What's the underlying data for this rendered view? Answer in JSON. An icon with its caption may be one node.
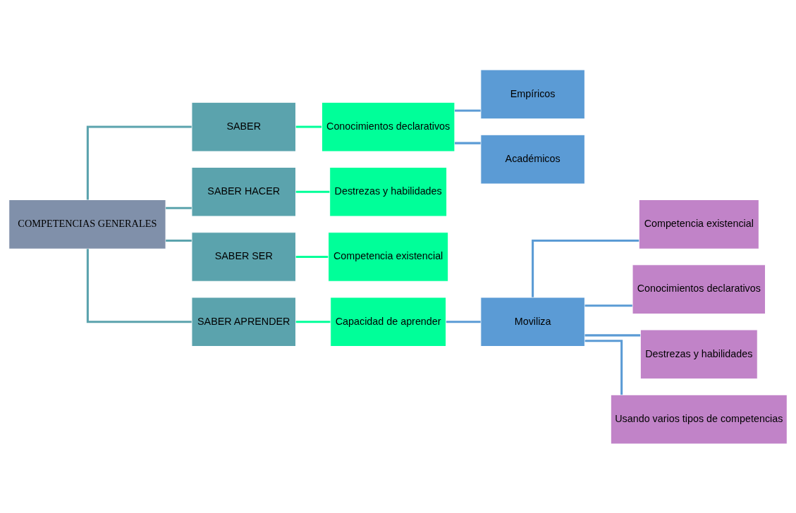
{
  "diagram": {
    "nodes": [
      {
        "text": [
          "COMPETENCIAS GENERALES"
        ]
      },
      {
        "text": [
          "SABER"
        ]
      },
      {
        "text": [
          "Conocimientos declarativos"
        ]
      },
      {
        "text": [
          "Empíricos"
        ]
      },
      {
        "text": [
          "Académicos"
        ]
      },
      {
        "text": [
          "SABER HACER"
        ]
      },
      {
        "text": [
          "Destrezas y habilidades"
        ]
      },
      {
        "text": [
          "SABER SER"
        ]
      },
      {
        "text": [
          "Competencia existencial"
        ]
      },
      {
        "text": [
          "SABER APRENDER"
        ]
      },
      {
        "text": [
          "Capacidad de aprender"
        ]
      },
      {
        "text": [
          "Moviliza"
        ]
      },
      {
        "text": [
          "Competencia existencial"
        ]
      },
      {
        "text": [
          "Conocimientos declarativos"
        ]
      },
      {
        "text": [
          "Destrezas y habilidades"
        ]
      },
      {
        "text": [
          "Usando varios tipos de competencias"
        ]
      }
    ],
    "edges": [
      {
        "from": 0,
        "to": 1,
        "arrow": "none",
        "color": "#5ba3ad"
      },
      {
        "from": 0,
        "to": 5,
        "arrow": "none",
        "color": "#5ba3ad"
      },
      {
        "from": 0,
        "to": 7,
        "arrow": "none",
        "color": "#5ba3ad"
      },
      {
        "from": 0,
        "to": 9,
        "arrow": "none",
        "color": "#5ba3ad"
      },
      {
        "from": 1,
        "to": 2,
        "arrow": "none",
        "color": "#00ff99"
      },
      {
        "from": 2,
        "to": 3,
        "arrow": "none"
      },
      {
        "from": 2,
        "to": 4,
        "arrow": "none"
      },
      {
        "from": 5,
        "to": 6,
        "arrow": "none",
        "color": "#00ff99"
      },
      {
        "from": 7,
        "to": 8,
        "arrow": "none",
        "color": "#00ff99"
      },
      {
        "from": 9,
        "to": 10,
        "arrow": "none",
        "color": "#00ff99"
      },
      {
        "from": 10,
        "to": 11,
        "arrow": "none"
      },
      {
        "from": 11,
        "to": 12,
        "arrow": "none"
      },
      {
        "from": 11,
        "to": 13,
        "arrow": "none"
      },
      {
        "from": 11,
        "to": 14,
        "arrow": "none"
      },
      {
        "from": 11,
        "to": 15,
        "arrow": "none"
      }
    ]
  }
}
